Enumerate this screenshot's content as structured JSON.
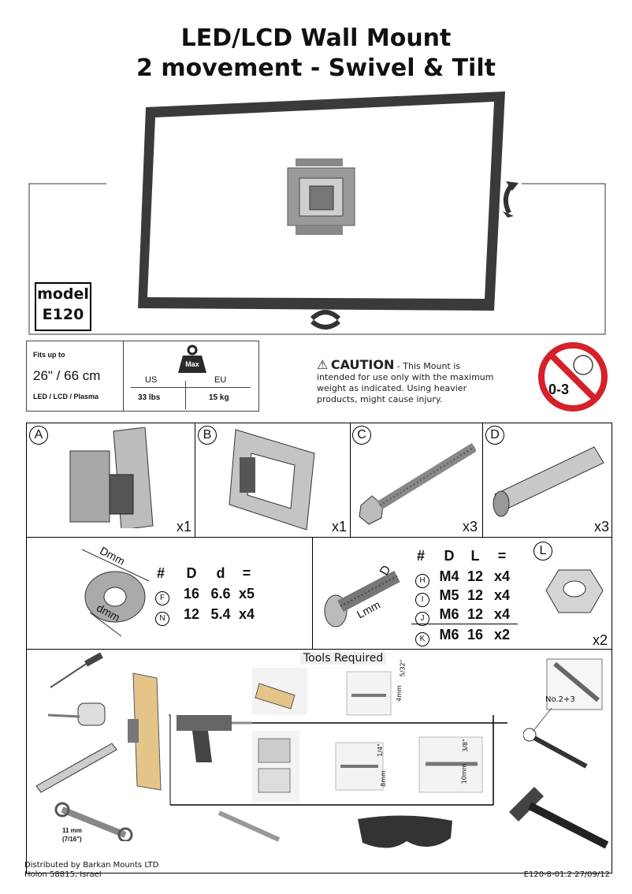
{
  "title": {
    "line1": "LED/LCD Wall Mount",
    "line2": "2 movement - Swivel & Tilt"
  },
  "model": {
    "label": "model",
    "code": "E120"
  },
  "spec": {
    "fits_up_to": "Fits up to",
    "size": "26\" / 66 cm",
    "screen_types": "LED / LCD / Plasma",
    "weight_badge": "Max",
    "us_label": "US",
    "eu_label": "EU",
    "us_value": "33 lbs",
    "eu_value": "15 kg"
  },
  "caution": {
    "heading": "CAUTION",
    "text_line1": "- This Mount is",
    "text_line2": "intended for use only with the maximum",
    "text_line3": "weight as indicated. Using heavier",
    "text_line4": "products, might cause injury."
  },
  "age_warning": "0-3",
  "parts": [
    {
      "letter": "A",
      "qty": "x1"
    },
    {
      "letter": "B",
      "qty": "x1"
    },
    {
      "letter": "C",
      "qty": "x3"
    },
    {
      "letter": "D",
      "qty": "x3"
    }
  ],
  "washers": {
    "dim_D": "Dmm",
    "dim_d": "dmm",
    "headers": [
      "#",
      "D",
      "d",
      "="
    ],
    "rows": [
      {
        "id": "F",
        "D": "16",
        "d": "6.6",
        "qty": "x5"
      },
      {
        "id": "N",
        "D": "12",
        "d": "5.4",
        "qty": "x4"
      }
    ]
  },
  "screws": {
    "dim_D": "D",
    "dim_L": "Lmm",
    "headers": [
      "#",
      "D",
      "L",
      "="
    ],
    "rows": [
      {
        "id": "H",
        "D": "M4",
        "L": "12",
        "qty": "x4"
      },
      {
        "id": "I",
        "D": "M5",
        "L": "12",
        "qty": "x4"
      },
      {
        "id": "J",
        "D": "M6",
        "L": "12",
        "qty": "x4"
      },
      {
        "id": "K",
        "D": "M6",
        "L": "16",
        "qty": "x2"
      }
    ]
  },
  "nut": {
    "letter": "L",
    "qty": "x2"
  },
  "tools": {
    "title": "Tools Required",
    "screwdriver_size": "No.2+3",
    "wrench_size_line1": "11 mm",
    "wrench_size_line2": "(7/16\")",
    "drill_wood_size": "5/32\"",
    "drill_wood_mm": "4mm",
    "drill_brick_size": "1/4\"",
    "drill_brick_mm": "8mm",
    "drill_concrete_size": "3/8\"",
    "drill_concrete_mm": "10mm"
  },
  "footer": {
    "distributor_line1": "Distributed by Barkan Mounts LTD",
    "distributor_line2": "Holon 58815, Israel",
    "doc_code": "E120-8-01.2  27/09/12"
  }
}
